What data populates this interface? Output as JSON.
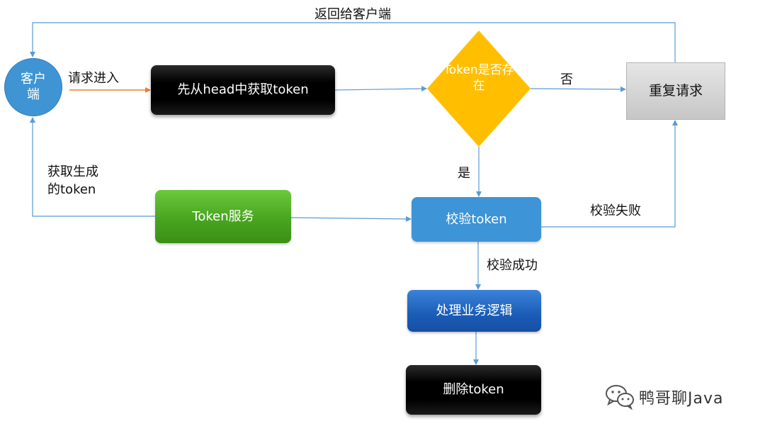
{
  "nodes": {
    "client": "客户端",
    "fetch_token": "先从head中获取token",
    "decision": "Token是否存在",
    "repeat": "重复请求",
    "token_service": "Token服务",
    "verify": "校验token",
    "business": "处理业务逻辑",
    "delete": "删除token"
  },
  "edges": {
    "return_client": "返回给客户端",
    "request_in": "请求进入",
    "no": "否",
    "yes": "是",
    "get_token_line1": "获取生成",
    "get_token_line2": "的token",
    "verify_fail": "校验失败",
    "verify_ok": "校验成功"
  },
  "watermark": "鸭哥聊Java",
  "colors": {
    "client": "#3f95d3",
    "decision": "#ffbf00",
    "service": "#4aa523",
    "verify": "#3d94d6",
    "business": "#1a5cb8",
    "edge": "#5b9bd5",
    "request_edge": "#ed7d31"
  }
}
